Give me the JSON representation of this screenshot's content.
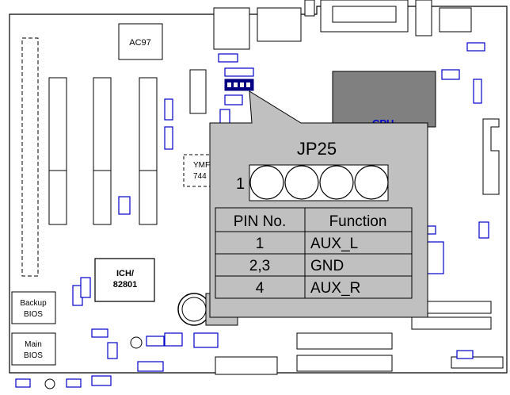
{
  "labels": {
    "ac97": "AC97",
    "cpu": "CPU",
    "ymf_line1": "YMF",
    "ymf_line2": "744",
    "ich_line1": "ICH/",
    "ich_line2": "82801",
    "backup_bios_line1": "Backup",
    "backup_bios_line2": "BIOS",
    "main_bios_line1": "Main",
    "main_bios_line2": "BIOS"
  },
  "callout": {
    "title": "JP25",
    "pin_one_marker": "1",
    "pin_count": 4,
    "table": {
      "headers": [
        "PIN No.",
        "Function"
      ],
      "rows": [
        [
          "1",
          "AUX_L"
        ],
        [
          "2,3",
          "GND"
        ],
        [
          "4",
          "AUX_R"
        ]
      ]
    }
  },
  "colors": {
    "callout_fill": "#c0c0c0",
    "jumper_blue": "#0000cc",
    "chip_gray": "#808080",
    "highlight_jumper": "#000080"
  }
}
